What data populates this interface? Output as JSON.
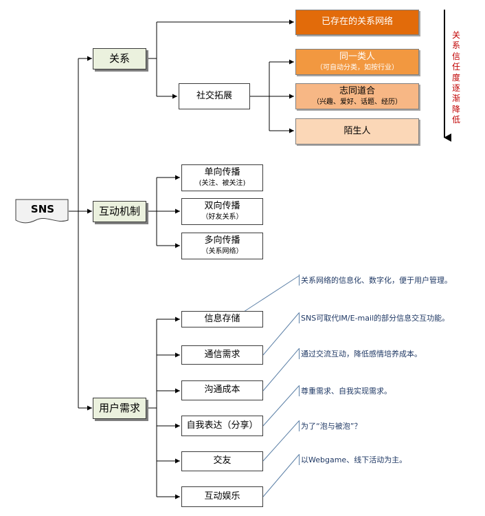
{
  "root": {
    "label": "SNS"
  },
  "relation": {
    "label": "关系",
    "existing_network": "已存在的关系网络",
    "expansion": "社交拓展",
    "same_type": {
      "title": "同一类人",
      "sub": "（可自动分类，如按行业）"
    },
    "shared_interest": {
      "title": "志同道合",
      "sub": "（兴趣、爱好、话题、经历）"
    },
    "stranger": "陌生人",
    "trust_note": "关系信任度逐渐降低"
  },
  "interaction": {
    "label": "互动机制",
    "items": [
      {
        "title": "单向传播",
        "sub": "(关注、被关注)"
      },
      {
        "title": "双向传播",
        "sub": "（好友关系）"
      },
      {
        "title": "多向传播",
        "sub": "（关系网络）"
      }
    ]
  },
  "needs": {
    "label": "用户需求",
    "items": [
      {
        "title": "信息存储",
        "note": "关系网络的信息化、数字化，便于用户管理。"
      },
      {
        "title": "通信需求",
        "note": "SNS可取代IM/E-mail的部分信息交互功能。"
      },
      {
        "title": "沟通成本",
        "note": "通过交流互动，降低感情培养成本。"
      },
      {
        "title": "自我表达（分享）",
        "note": "尊重需求、自我实现需求。"
      },
      {
        "title": "交友",
        "note": "为了“泡与被泡”？"
      },
      {
        "title": "互动娱乐",
        "note": "以Webgame、线下活动为主。"
      }
    ]
  },
  "colors": {
    "existing": "#e26b0a",
    "same_type": "#f29840",
    "shared_interest": "#f7b785",
    "stranger": "#fbd7b7",
    "category_fill": "#ebf1de",
    "note_text": "#1f3864",
    "note_line": "#5b7fa6",
    "trust_text": "#c00000"
  }
}
